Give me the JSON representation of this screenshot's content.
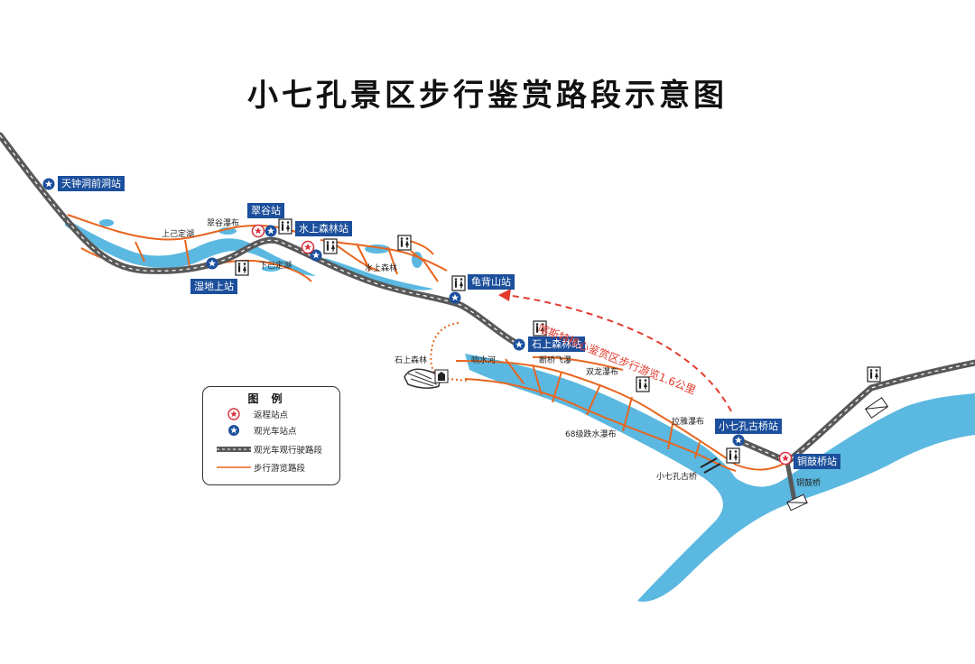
{
  "title": "小七孔景区步行鉴赏路段示意图",
  "colors": {
    "river": "#5bb8e0",
    "road": "#595959",
    "trail": "#e8661f",
    "station_box": "#1c4f9c",
    "return_star": "#d9303b",
    "bus_star": "#1c4f9c",
    "route_note": "#e23b2e"
  },
  "stations": {
    "tianzhong": "天钟洞前洞站",
    "shidi": "湿地上站",
    "cuigu": "翠谷站",
    "shuishang": "水上森林站",
    "guibei": "龟背山站",
    "shishang": "石上森林站",
    "xiaoqikong": "小七孔古桥站",
    "tonggu": "铜鼓桥站"
  },
  "labels": {
    "shangji": "上己定湖",
    "cuigu_fall": "翠谷瀑布",
    "xiaji": "下己定湖",
    "shuishang_forest": "水上森林",
    "shishang_forest": "石上森林",
    "xiangshui": "响水河",
    "duanqiao": "断桥飞瀑",
    "shuanglong": "双龙瀑布",
    "lanya": "拉雅瀑布",
    "die68": "68级跌水瀑布",
    "xiaoqikong_bridge": "小七孔古桥",
    "tonggu_bridge": "铜鼓桥"
  },
  "route_note": "喀斯特核心鉴赏区步行游览1.6公里",
  "legend": {
    "title": "图例",
    "return_station": "返程站点",
    "bus_station": "观光车站点",
    "road": "观光车观行驶路段",
    "trail": "步行游览路段"
  },
  "icons": [
    "return-station-star-icon",
    "bus-station-star-icon",
    "restroom-icon",
    "bridge-icon",
    "cave-icon"
  ]
}
